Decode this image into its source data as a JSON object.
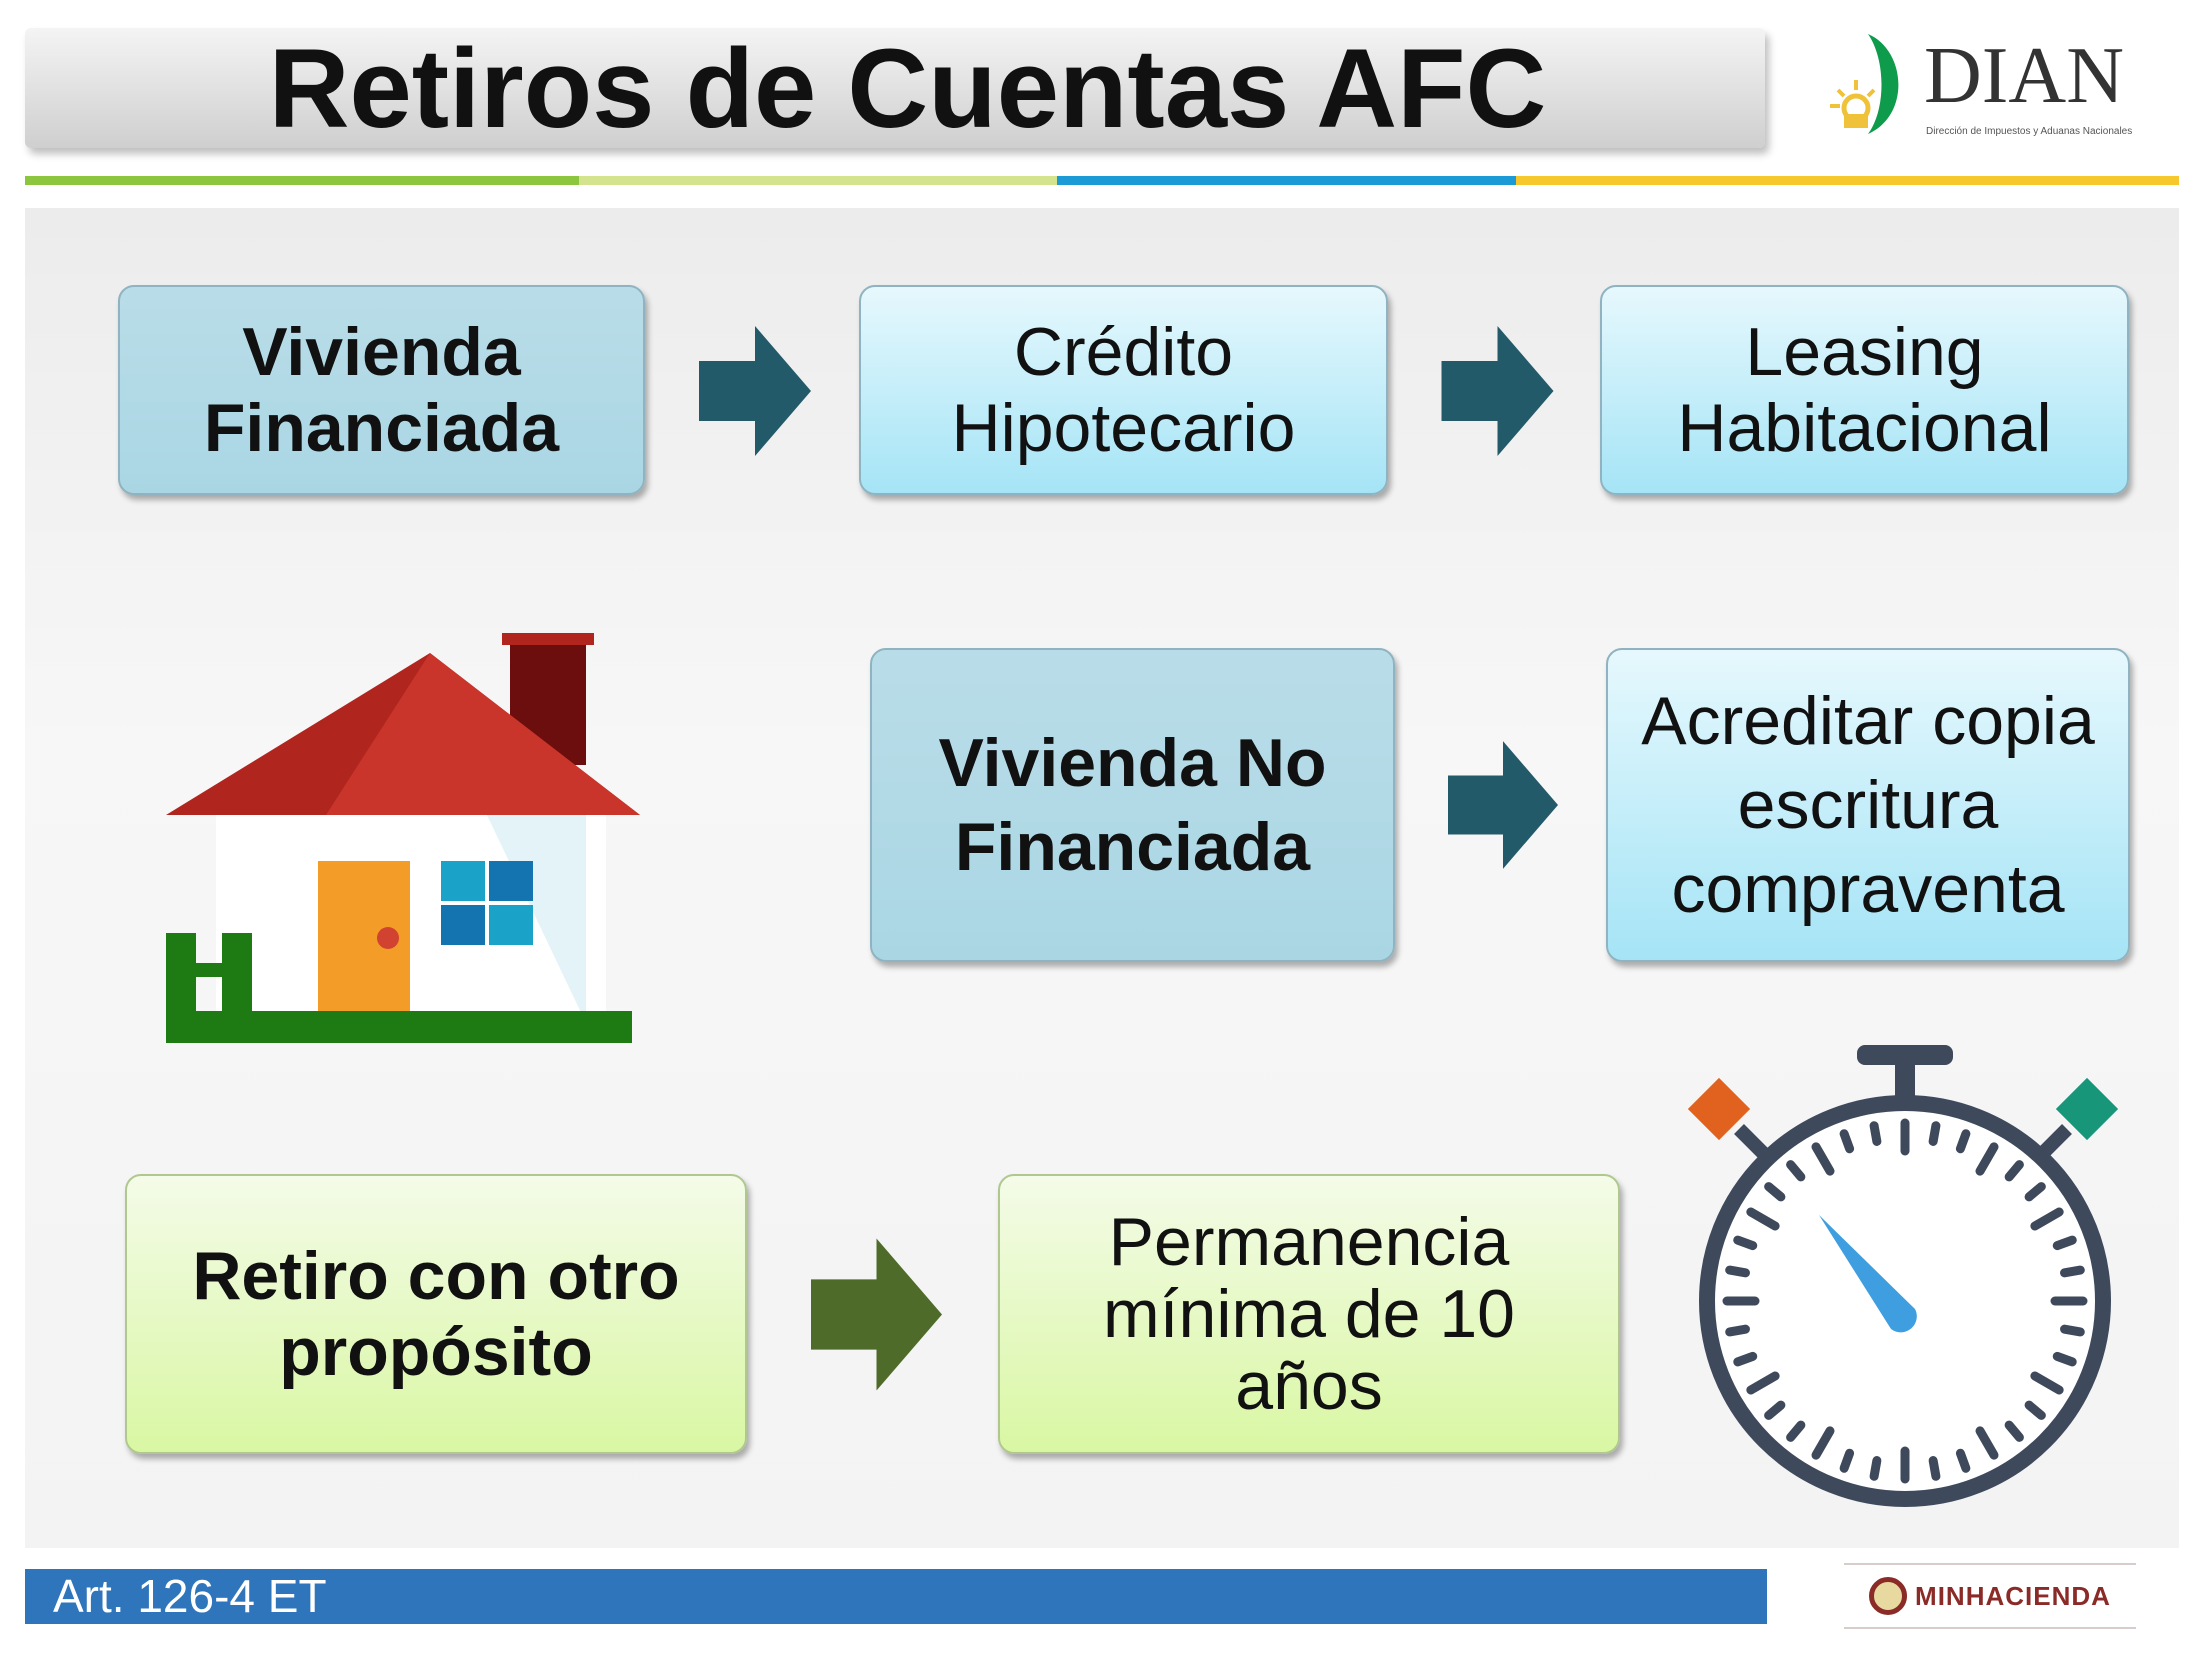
{
  "title": "Retiros de Cuentas AFC",
  "logo": {
    "name": "DIAN",
    "subtitle": "Dirección de Impuestos y Aduanas Nacionales"
  },
  "row1": [
    "Vivienda Financiada",
    "Crédito Hipotecario",
    "Leasing Habitacional"
  ],
  "row2": [
    "Vivienda No Financiada",
    "Acreditar copia escritura compraventa"
  ],
  "row3": [
    "Retiro con otro propósito",
    "Permanencia mínima de 10 años"
  ],
  "footer": {
    "article": "Art. 126-4 ET",
    "ministry": "MINHACIENDA"
  },
  "colors": {
    "dark_arrow": "#235a6a",
    "green_arrow": "#4e6b2a",
    "footer": "#2f75bb"
  }
}
